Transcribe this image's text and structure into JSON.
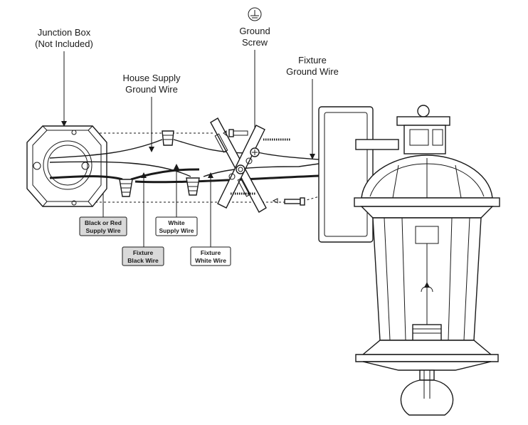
{
  "labels": {
    "junction_box": [
      "Junction Box",
      "(Not Included)"
    ],
    "ground_screw": [
      "Ground",
      "Screw"
    ],
    "fixture_ground_wire": [
      "Fixture",
      "Ground Wire"
    ],
    "house_supply_ground_wire": [
      "House Supply",
      "Ground Wire"
    ],
    "black_or_red_supply_wire": [
      "Black or Red",
      "Supply Wire"
    ],
    "white_supply_wire": [
      "White",
      "Supply Wire"
    ],
    "fixture_black_wire": [
      "Fixture",
      "Black Wire"
    ],
    "fixture_white_wire": [
      "Fixture",
      "White Wire"
    ]
  },
  "colors": {
    "line": "#1a1a1a",
    "label_shaded_fill": "#d9d9d9",
    "label_plain_fill": "#ffffff"
  },
  "icons": [
    "ground-symbol-icon"
  ]
}
